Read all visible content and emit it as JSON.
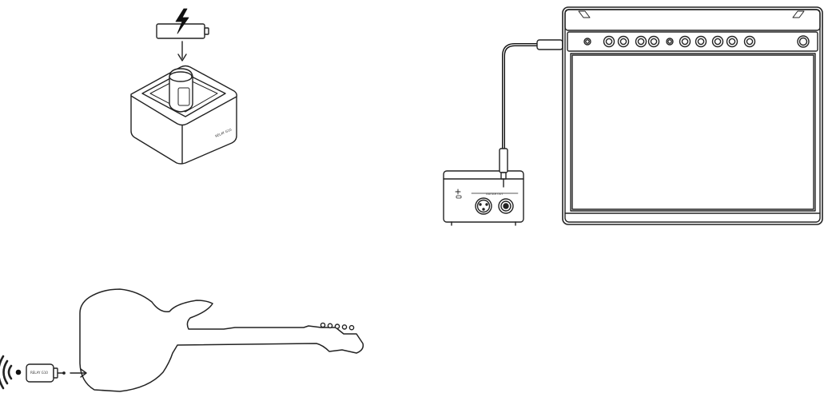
{
  "labels": {
    "dock_brand": "RELAY G10",
    "transmitter_cap": "RELAY G10",
    "transmitter_brand": "RELAY G10",
    "receiver_port": "GUITAR OUT"
  },
  "icons": {
    "charge": "lightning-bolt-icon",
    "battery": "battery-icon",
    "signal": "wireless-signal-icon",
    "usb": "usb-icon"
  },
  "colors": {
    "stroke": "#222222",
    "fill": "#ffffff",
    "cable": "#111111",
    "light": "#bbbbbb"
  }
}
